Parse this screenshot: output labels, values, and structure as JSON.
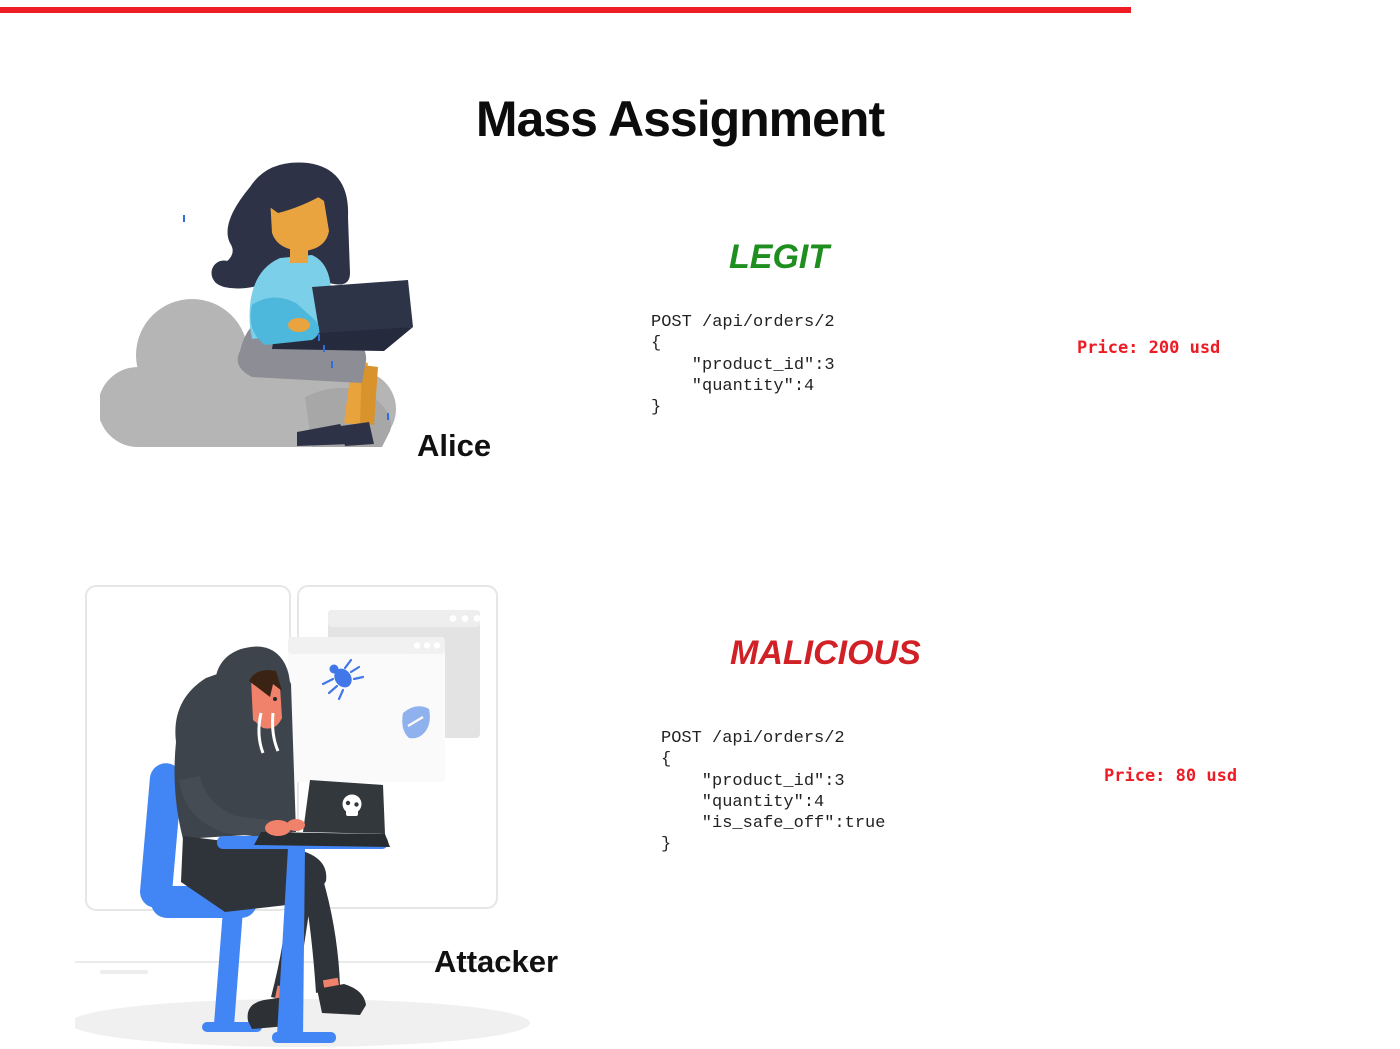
{
  "header": {
    "title": "Mass Assignment"
  },
  "legit": {
    "heading": "LEGIT",
    "request": {
      "code": "POST /api/orders/2\n{\n    \"product_id\":3\n    \"quantity\":4\n}"
    },
    "price_label": "Price: 200 usd",
    "actor_label": "Alice"
  },
  "malicious": {
    "heading": "MALICIOUS",
    "request": {
      "code": "POST /api/orders/2\n{\n    \"product_id\":3\n    \"quantity\":4\n    \"is_safe_off\":true\n}"
    },
    "price_label": "Price: 80 usd",
    "actor_label": "Attacker"
  },
  "illustrations": {
    "alice": "woman-with-laptop-sitting-on-cloud",
    "attacker": "hooded-hacker-at-desk-with-skull-laptop"
  },
  "colors": {
    "progress_red": "#ee1c25",
    "legit_green": "#1e8e1e",
    "malicious_red": "#d22027",
    "price_red": "#ed1c24",
    "title_black": "#0c0c0c",
    "code_gray": "#222222",
    "chair_blue": "#4285f4",
    "bug_blue": "#4177e8",
    "shield_blue": "#8fb1ee"
  }
}
